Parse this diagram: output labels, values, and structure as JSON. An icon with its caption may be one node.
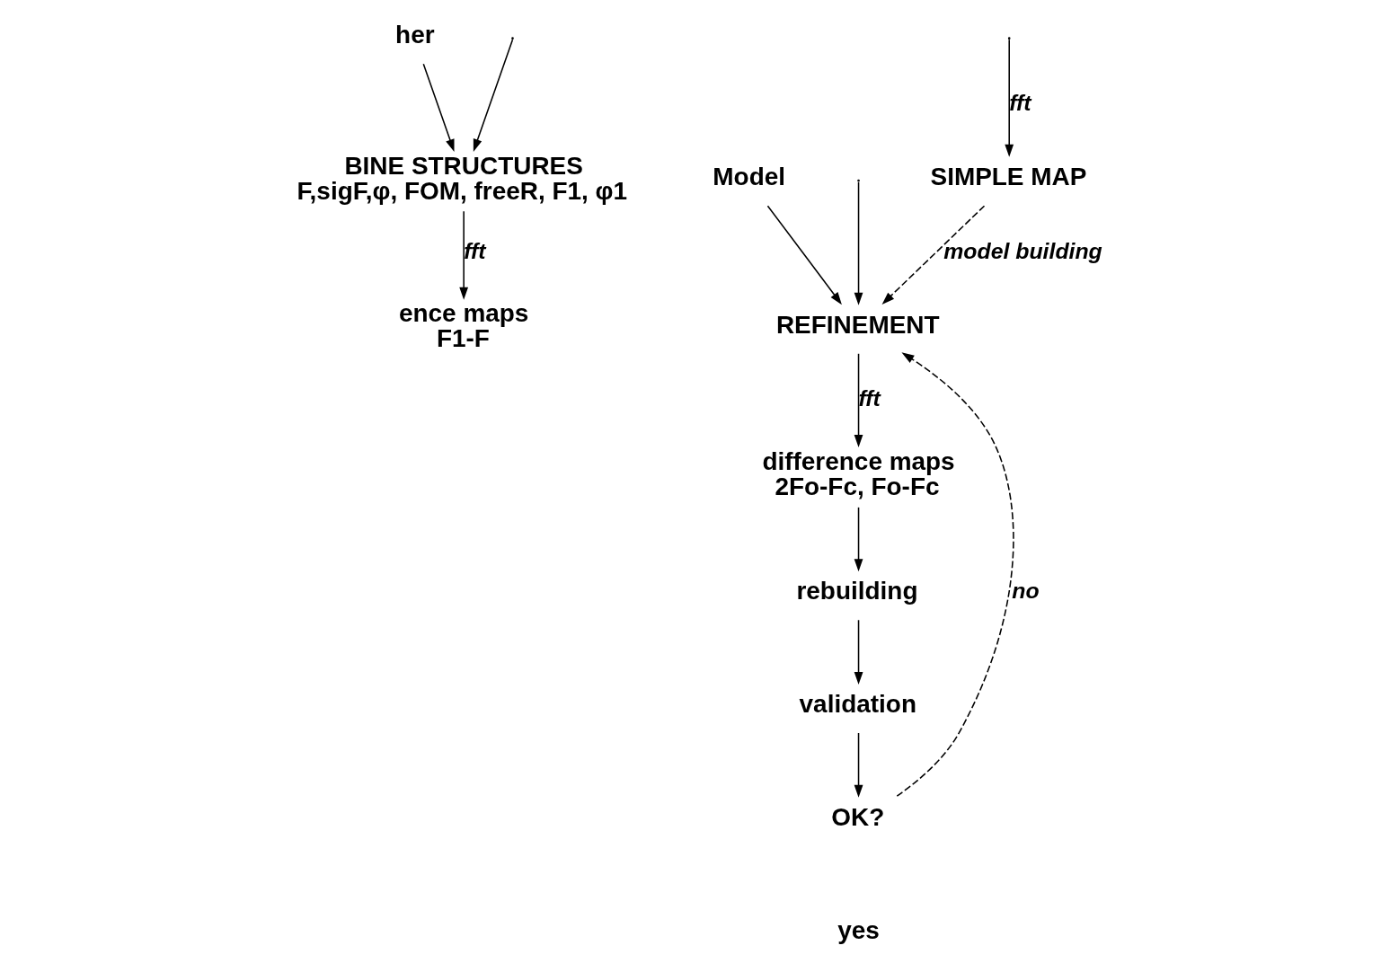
{
  "diagram": {
    "nodes": [
      {
        "text": [
          "her"
        ]
      },
      {
        "text": [
          "BINE STRUCTURES",
          "F,sigF,φ, FOM, freeR, F1, φ1"
        ]
      },
      {
        "text": [
          "ence maps",
          "F1-F"
        ]
      },
      {
        "text": [
          "SIMPLE MAP"
        ]
      },
      {
        "text": [
          "Model"
        ]
      },
      {
        "text": [
          "REFINEMENT"
        ]
      },
      {
        "text": [
          "difference maps",
          "2Fo-Fc, Fo-Fc"
        ]
      },
      {
        "text": [
          "rebuilding"
        ]
      },
      {
        "text": [
          "validation"
        ]
      },
      {
        "text": [
          "OK?"
        ]
      }
    ],
    "edges": [
      {
        "from": null,
        "to": 1,
        "arrow": "to"
      },
      {
        "from": null,
        "to": 3,
        "arrow": "to",
        "label": "fft"
      },
      {
        "from": null,
        "to": 5,
        "arrow": "to"
      },
      {
        "from": 0,
        "to": 1,
        "arrow": "to"
      },
      {
        "from": 4,
        "to": 5,
        "arrow": "to"
      },
      {
        "from": 1,
        "to": 2,
        "arrow": "to",
        "label": "fft"
      },
      {
        "from": 3,
        "to": 5,
        "arrow": "to",
        "style": "dashed",
        "label": "model building"
      },
      {
        "from": 5,
        "to": 6,
        "arrow": "to",
        "label": "fft"
      },
      {
        "from": 6,
        "to": 7,
        "arrow": "to"
      },
      {
        "from": 7,
        "to": 8,
        "arrow": "to"
      },
      {
        "from": 8,
        "to": 9,
        "arrow": "to"
      },
      {
        "from": 9,
        "to": 5,
        "arrow": "to",
        "style": "dashed",
        "label": "no"
      }
    ],
    "labels": [
      "yes"
    ]
  }
}
